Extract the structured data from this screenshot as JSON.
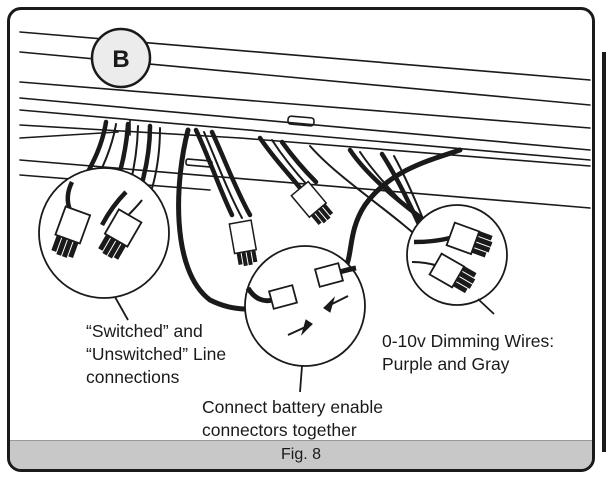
{
  "badge": {
    "letter": "B"
  },
  "labels": {
    "switched_line1": "“Switched” and",
    "switched_line2": "“Unswitched” Line",
    "switched_line3": "connections",
    "dimming_line1": "0-10v Dimming Wires:",
    "dimming_line2": "Purple and Gray",
    "battery_line1": "Connect battery enable",
    "battery_line2": "connectors together"
  },
  "caption": "Fig. 8",
  "colors": {
    "ink": "#1a1a1a",
    "caption_bar": "#c8c8c8",
    "background": "#ffffff"
  }
}
